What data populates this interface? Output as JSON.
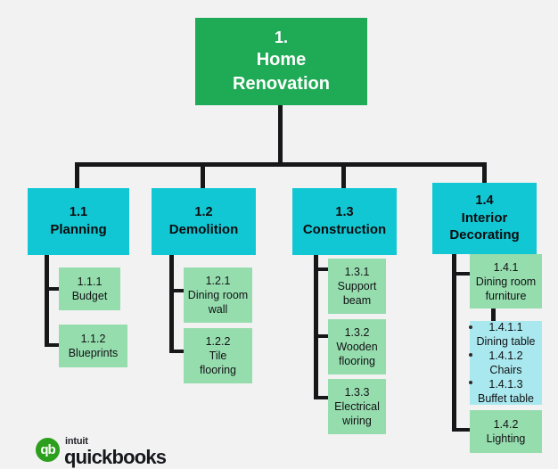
{
  "diagram": {
    "type": "work-breakdown-structure",
    "background_color": "#f2f2f2",
    "colors": {
      "root": "#1faa55",
      "level2": "#12c7d4",
      "level3": "#96ddae",
      "level4": "#a9e8ee",
      "connector": "#17171a",
      "root_text": "#ffffff",
      "node_text": "#111114"
    },
    "root": {
      "number": "1.",
      "label_line1": "Home",
      "label_line2": "Renovation"
    },
    "branches": [
      {
        "number": "1.1",
        "label": "Planning",
        "children": [
          {
            "number": "1.1.1",
            "label": "Budget"
          },
          {
            "number": "1.1.2",
            "label": "Blueprints"
          }
        ]
      },
      {
        "number": "1.2",
        "label": "Demolition",
        "children": [
          {
            "number": "1.2.1",
            "label_line1": "Dining room",
            "label_line2": "wall"
          },
          {
            "number": "1.2.2",
            "label_line1": "Tile",
            "label_line2": "flooring"
          }
        ]
      },
      {
        "number": "1.3",
        "label": "Construction",
        "children": [
          {
            "number": "1.3.1",
            "label_line1": "Support",
            "label_line2": "beam"
          },
          {
            "number": "1.3.2",
            "label_line1": "Wooden",
            "label_line2": "flooring"
          },
          {
            "number": "1.3.3",
            "label_line1": "Electrical",
            "label_line2": "wiring"
          }
        ]
      },
      {
        "number": "1.4",
        "label_line1": "Interior",
        "label_line2": "Decorating",
        "children": [
          {
            "number": "1.4.1",
            "label_line1": "Dining room",
            "label_line2": "furniture",
            "subitems": [
              {
                "number": "1.4.1.1",
                "label": "Dining table"
              },
              {
                "number": "1.4.1.2",
                "label": "Chairs"
              },
              {
                "number": "1.4.1.3",
                "label": "Buffet table"
              }
            ]
          },
          {
            "number": "1.4.2",
            "label": "Lighting"
          }
        ]
      }
    ]
  },
  "logo": {
    "mark_text": "qb",
    "brand_small": "intuit",
    "brand_main": "quickbooks"
  }
}
